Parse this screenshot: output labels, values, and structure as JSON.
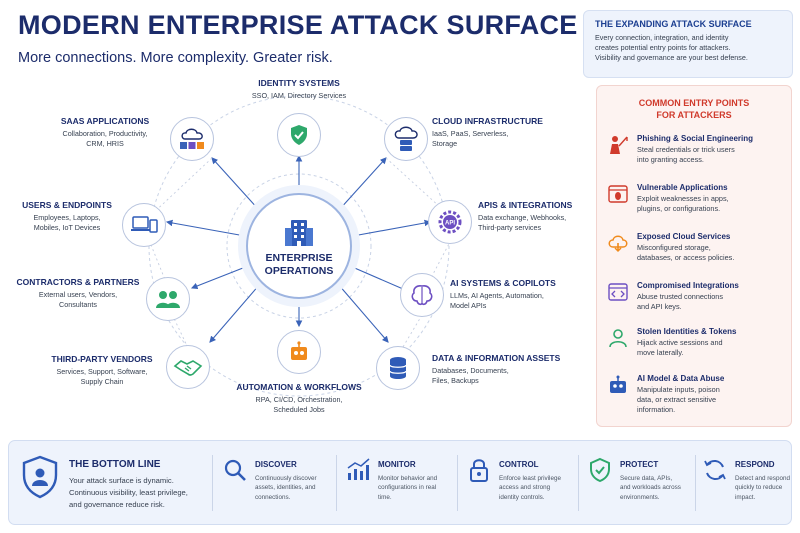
{
  "header": {
    "title": "MODERN ENTERPRISE ATTACK SURFACE",
    "subtitle": "More connections. More complexity. Greater risk."
  },
  "center": {
    "label_line1": "ENTERPRISE",
    "label_line2": "OPERATIONS"
  },
  "nodes": {
    "identity": {
      "title": "IDENTITY SYSTEMS",
      "desc1": "SSO, IAM, Directory Services"
    },
    "saas": {
      "title": "SAAS APPLICATIONS",
      "desc1": "Collaboration, Productivity,",
      "desc2": "CRM, HRIS"
    },
    "cloud": {
      "title": "CLOUD INFRASTRUCTURE",
      "desc1": "IaaS, PaaS, Serverless,",
      "desc2": "Storage"
    },
    "users": {
      "title": "USERS & ENDPOINTS",
      "desc1": "Employees, Laptops,",
      "desc2": "Mobiles, IoT Devices"
    },
    "apis": {
      "title": "APIS & INTEGRATIONS",
      "desc1": "Data exchange, Webhooks,",
      "desc2": "Third-party services"
    },
    "contractors": {
      "title": "CONTRACTORS & PARTNERS",
      "desc1": "External users, Vendors,",
      "desc2": "Consultants"
    },
    "ai": {
      "title": "AI SYSTEMS & COPILOTS",
      "desc1": "LLMs, AI Agents, Automation,",
      "desc2": "Model APIs"
    },
    "vendors": {
      "title": "THIRD-PARTY VENDORS",
      "desc1": "Services, Support, Software,",
      "desc2": "Supply Chain"
    },
    "automation": {
      "title": "AUTOMATION & WORKFLOWS",
      "desc1": "RPA, CI/CD, Orchestration,",
      "desc2": "Scheduled Jobs"
    },
    "data": {
      "title": "DATA & INFORMATION ASSETS",
      "desc1": "Databases, Documents,",
      "desc2": "Files, Backups"
    }
  },
  "expanding": {
    "title": "THE EXPANDING ATTACK SURFACE",
    "line1": "Every connection, integration, and identity",
    "line2": "creates potential entry points for attackers.",
    "line3": "Visibility and governance are your best defense."
  },
  "entry_points": {
    "title_line1": "COMMON ENTRY POINTS",
    "title_line2": "FOR ATTACKERS",
    "items": [
      {
        "name": "Phishing & Social Engineering",
        "d1": "Steal credentials or trick users",
        "d2": "into granting access."
      },
      {
        "name": "Vulnerable Applications",
        "d1": "Exploit weaknesses in apps,",
        "d2": "plugins, or configurations."
      },
      {
        "name": "Exposed Cloud Services",
        "d1": "Misconfigured storage,",
        "d2": "databases, or access policies."
      },
      {
        "name": "Compromised Integrations",
        "d1": "Abuse trusted connections",
        "d2": "and API keys."
      },
      {
        "name": "Stolen Identities & Tokens",
        "d1": "Hijack active sessions and",
        "d2": "move laterally."
      },
      {
        "name": "AI Model & Data Abuse",
        "d1": "Manipulate inputs, poison",
        "d2": "data, or extract sensitive",
        "d3": "information."
      }
    ]
  },
  "bottom": {
    "title": "THE BOTTOM LINE",
    "line1": "Your attack surface is dynamic.",
    "line2": "Continuous visibility, least privilege,",
    "line3": "and governance reduce risk.",
    "steps": [
      {
        "name": "DISCOVER",
        "d1": "Continuously discover",
        "d2": "assets, identities, and",
        "d3": "connections."
      },
      {
        "name": "MONITOR",
        "d1": "Monitor behavior and",
        "d2": "configurations in real",
        "d3": "time."
      },
      {
        "name": "CONTROL",
        "d1": "Enforce least privilege",
        "d2": "access and strong",
        "d3": "identity controls."
      },
      {
        "name": "PROTECT",
        "d1": "Secure data, APIs,",
        "d2": "and workloads across",
        "d3": "environments."
      },
      {
        "name": "RESPOND",
        "d1": "Detect and respond",
        "d2": "quickly to reduce",
        "d3": "impact."
      }
    ]
  },
  "colors": {
    "navy": "#1c2c6b",
    "blue": "#2f5bb7",
    "green": "#2ea86b",
    "purple": "#6d4fc2",
    "orange": "#f08a1c",
    "red": "#d03a2c"
  }
}
